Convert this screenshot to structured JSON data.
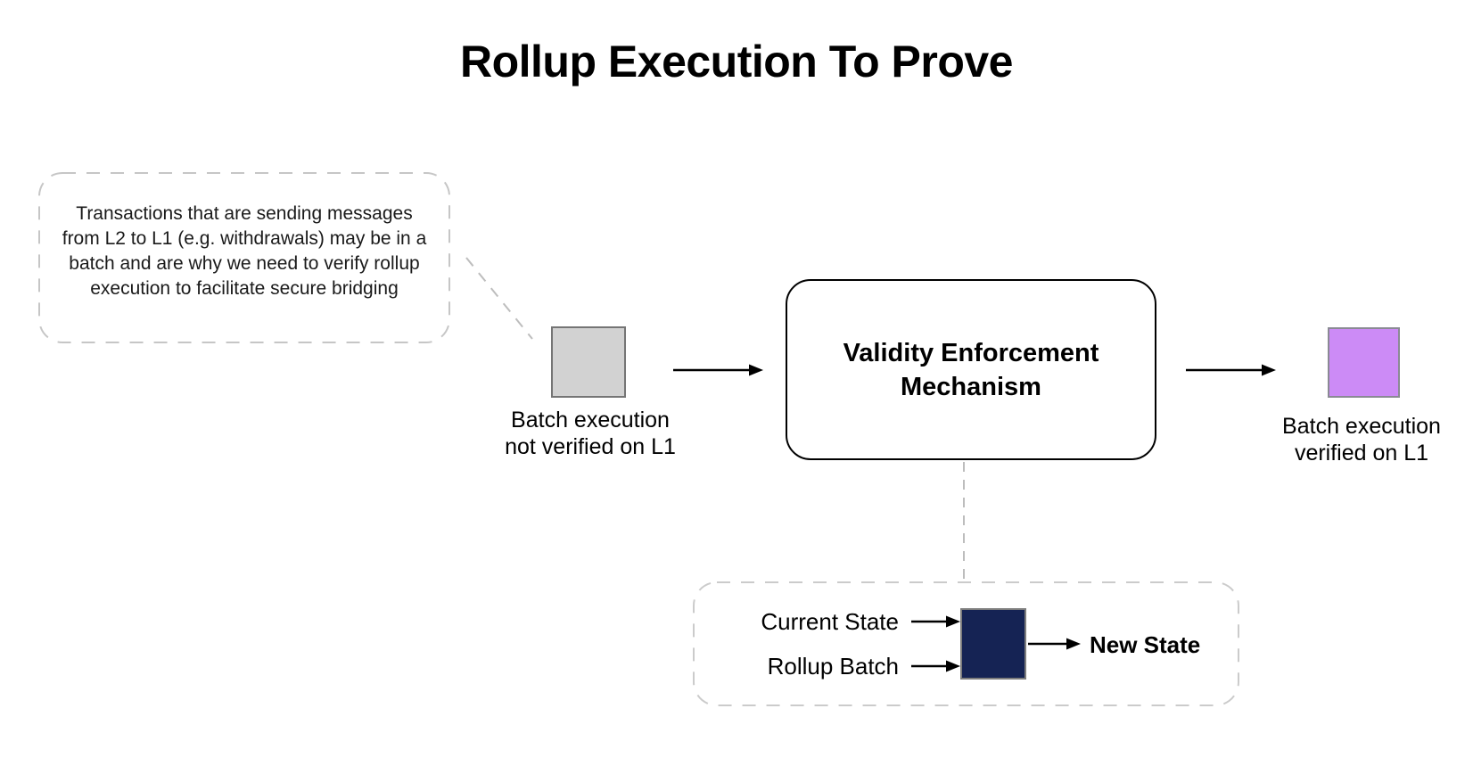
{
  "title": "Rollup Execution To Prove",
  "note": {
    "text": "Transactions that are sending messages\nfrom L2 to L1 (e.g. withdrawals) may be in a\nbatch and are why we need to verify rollup\nexecution to facilitate secure bridging"
  },
  "flow": {
    "unverified_label": "Batch execution\nnot verified on L1",
    "mechanism_label": "Validity Enforcement\nMechanism",
    "verified_label": "Batch execution\nverified on L1"
  },
  "state_transition": {
    "input1_label": "Current State",
    "input2_label": "Rollup Batch",
    "output_label": "New State"
  },
  "colors": {
    "unverified_fill": "#d2d2d2",
    "unverified_border": "#757575",
    "verified_fill": "#cc8bf6",
    "verified_border": "#8a8a94",
    "state_function_fill": "#152354",
    "state_function_border": "#7d7d7d",
    "dashed_line": "#c4c4c4",
    "arrow": "#000000"
  }
}
